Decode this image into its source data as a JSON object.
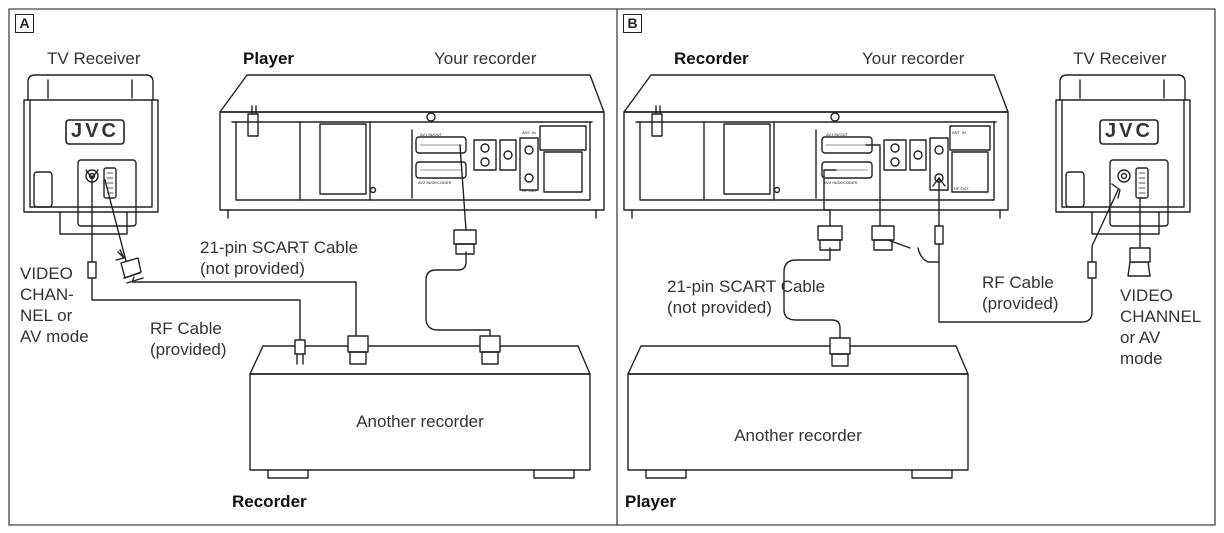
{
  "panel_a": {
    "letter": "A",
    "tv_label": "TV Receiver",
    "tv_brand": "JVC",
    "player_label": "Player",
    "your_recorder_label": "Your recorder",
    "scart_cable_line1": "21-pin SCART Cable",
    "scart_cable_line2": "(not provided)",
    "video_channel_lines": [
      "VIDEO",
      "CHAN-",
      "NEL or",
      "AV mode"
    ],
    "rf_cable_line1": "RF Cable",
    "rf_cable_line2": "(provided)",
    "another_recorder_label": "Another recorder",
    "bottom_role_label": "Recorder"
  },
  "panel_b": {
    "letter": "B",
    "recorder_label": "Recorder",
    "your_recorder_label": "Your recorder",
    "tv_label": "TV Receiver",
    "tv_brand": "JVC",
    "scart_cable_line1": "21-pin SCART Cable",
    "scart_cable_line2": "(not provided)",
    "rf_cable_line1": "RF Cable",
    "rf_cable_line2": "(provided)",
    "video_channel_lines": [
      "VIDEO",
      "CHANNEL",
      "or AV",
      "mode"
    ],
    "another_recorder_label": "Another recorder",
    "bottom_role_label": "Player"
  },
  "vcr_panel_labels": {
    "av1": "AV1 IN/OUT",
    "av2": "AV2 IN/DECODER",
    "antenna_in": "ANT. IN",
    "rf_out": "RF OUT"
  },
  "colors": {
    "line": "#222222",
    "frame": "#444444",
    "background": "#ffffff"
  }
}
